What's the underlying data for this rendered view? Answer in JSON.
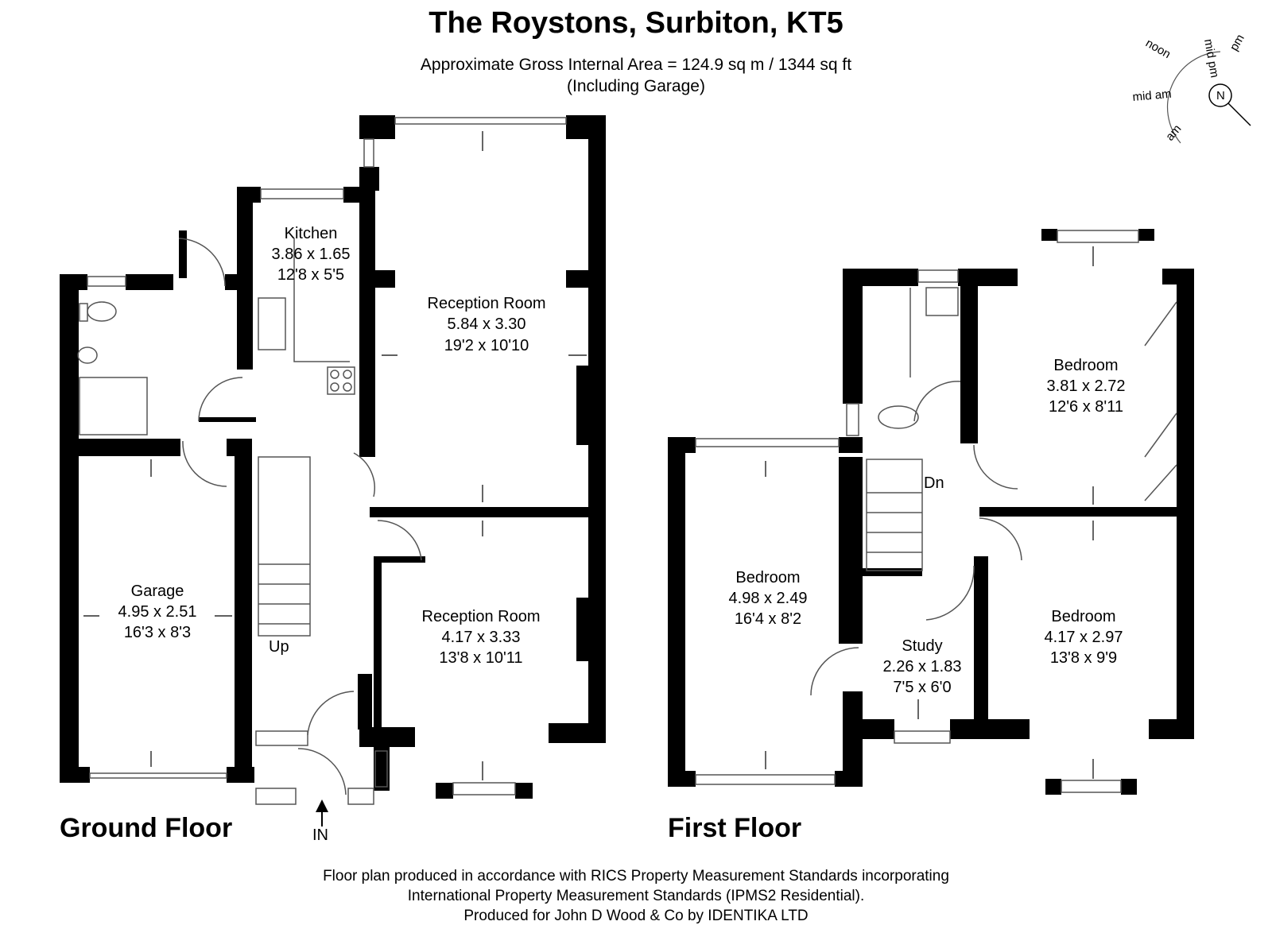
{
  "header": {
    "title": "The Roystons, Surbiton, KT5",
    "area_line": "Approximate Gross Internal Area = 124.9 sq m / 1344 sq ft",
    "area_note": "(Including Garage)"
  },
  "ground_floor": {
    "label": "Ground Floor",
    "kitchen": {
      "name": "Kitchen",
      "metric": "3.86 x 1.65",
      "imperial": "12'8 x 5'5"
    },
    "reception_rear": {
      "name": "Reception Room",
      "metric": "5.84 x 3.30",
      "imperial": "19'2 x 10'10"
    },
    "reception_front": {
      "name": "Reception Room",
      "metric": "4.17 x 3.33",
      "imperial": "13'8 x 10'11"
    },
    "garage": {
      "name": "Garage",
      "metric": "4.95 x 2.51",
      "imperial": "16'3 x 8'3"
    },
    "stairs_label": "Up",
    "entrance_label": "IN"
  },
  "first_floor": {
    "label": "First Floor",
    "bedroom_rear_right": {
      "name": "Bedroom",
      "metric": "3.81 x 2.72",
      "imperial": "12'6 x 8'11"
    },
    "bedroom_left": {
      "name": "Bedroom",
      "metric": "4.98 x 2.49",
      "imperial": "16'4 x 8'2"
    },
    "bedroom_front_right": {
      "name": "Bedroom",
      "metric": "4.17 x 2.97",
      "imperial": "13'8 x 9'9"
    },
    "study": {
      "name": "Study",
      "metric": "2.26 x 1.83",
      "imperial": "7'5 x 6'0"
    },
    "stairs_label": "Dn"
  },
  "compass": {
    "north": "N",
    "labels": {
      "mid_pm": "mid pm",
      "pm": "pm",
      "noon": "noon",
      "mid_am": "mid am",
      "am": "am"
    }
  },
  "footer": {
    "line1": "Floor plan produced in accordance with RICS Property Measurement Standards incorporating",
    "line2": "International Property Measurement Standards (IPMS2 Residential).",
    "line3": "Produced for John D Wood & Co by IDENTIKA LTD"
  },
  "colors": {
    "wall": "#000000",
    "background": "#ffffff",
    "fixture_stroke": "#555555"
  }
}
